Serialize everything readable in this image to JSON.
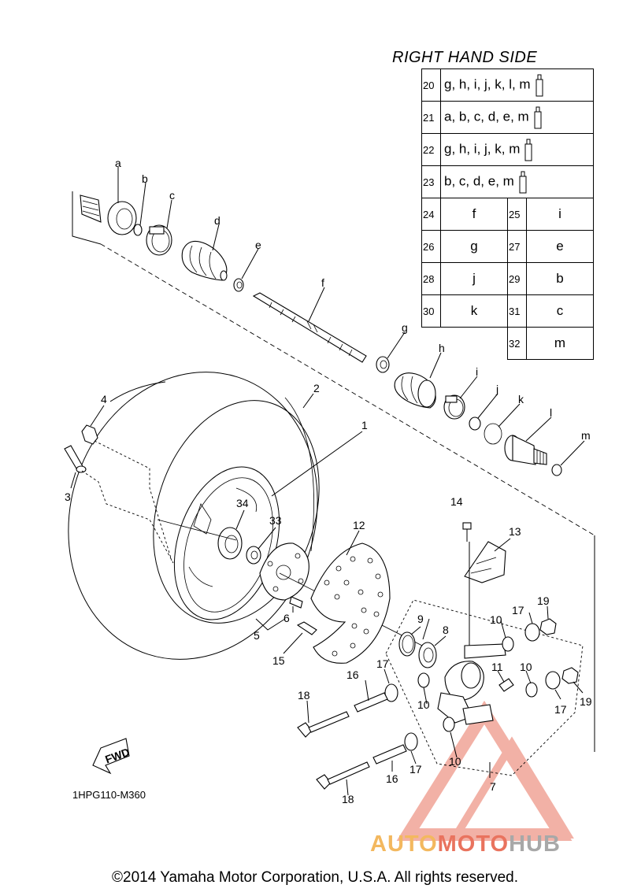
{
  "title": "RIGHT HAND SIDE",
  "table_rows_wide": [
    {
      "num": "20",
      "letters": "g, h, i, j, k, l, m"
    },
    {
      "num": "21",
      "letters": "a, b, c, d, e, m"
    },
    {
      "num": "22",
      "letters": "g, h, i, j, k, m"
    },
    {
      "num": "23",
      "letters": "b, c, d, e, m"
    }
  ],
  "table_rows_pairs": [
    {
      "n1": "24",
      "v1": "f",
      "n2": "25",
      "v2": "i"
    },
    {
      "n1": "26",
      "v1": "g",
      "n2": "27",
      "v2": "e"
    },
    {
      "n1": "28",
      "v1": "j",
      "n2": "29",
      "v2": "b"
    },
    {
      "n1": "30",
      "v1": "k",
      "n2": "31",
      "v2": "c"
    }
  ],
  "table_row_last": {
    "n2": "32",
    "v2": "m"
  },
  "letter_callouts": [
    "a",
    "b",
    "c",
    "d",
    "e",
    "f",
    "g",
    "h",
    "i",
    "j",
    "k",
    "l",
    "m"
  ],
  "number_callouts": {
    "n1": "1",
    "n2": "2",
    "n3": "3",
    "n4": "4",
    "n5": "5",
    "n6": "6",
    "n7": "7",
    "n8": "8",
    "n9": "9",
    "n10a": "10",
    "n10b": "10",
    "n10c": "10",
    "n10d": "10",
    "n11": "11",
    "n12": "12",
    "n13": "13",
    "n14": "14",
    "n15": "15",
    "n16a": "16",
    "n16b": "16",
    "n17a": "17",
    "n17b": "17",
    "n17c": "17",
    "n17d": "17",
    "n18a": "18",
    "n18b": "18",
    "n19a": "19",
    "n19b": "19",
    "n33": "33",
    "n34": "34"
  },
  "fwd_label": "FWD",
  "doc_code": "1HPG110-M360",
  "copyright": "©2014 Yamaha Motor Corporation, U.S.A. All rights reserved.",
  "watermark": {
    "part1": "AUTO",
    "part2": "MOTO",
    "part3": "HUB"
  },
  "colors": {
    "watermark_orange": "#f3b85f",
    "watermark_red": "#e9735e",
    "watermark_gray": "#a8a8a8"
  }
}
